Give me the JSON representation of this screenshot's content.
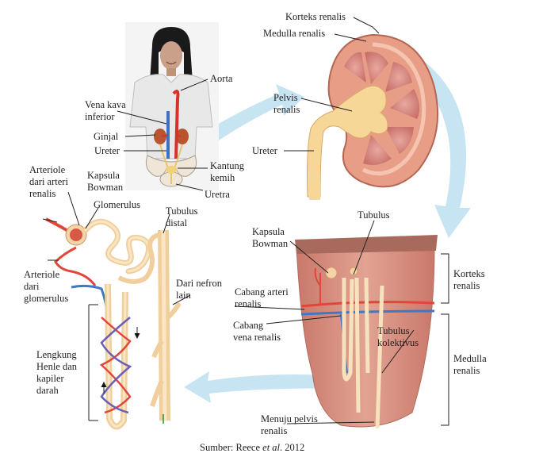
{
  "labels": {
    "korteks_renalis_top": "Korteks renalis",
    "medulla_renalis_top": "Medulla renalis",
    "aorta": "Aorta",
    "vena_kava_inferior": [
      "Vena kava",
      "inferior"
    ],
    "pelvis_renalis": [
      "Pelvis",
      "renalis"
    ],
    "ginjal": "Ginjal",
    "ureter_body": "Ureter",
    "ureter_kidney": "Ureter",
    "kantung_kemih": [
      "Kantung",
      "kemih"
    ],
    "uretra": "Uretra",
    "arteriole_aferen": [
      "Arteriole",
      "dari arteri",
      "renalis"
    ],
    "kapsula_bowman_left": [
      "Kapsula",
      "Bowman"
    ],
    "glomerulus": "Glomerulus",
    "tubulus_distal": [
      "Tubulus",
      "distal"
    ],
    "arteriole_eferen": [
      "Arteriole",
      "dari",
      "glomerulus"
    ],
    "dari_nefron_lain": [
      "Dari nefron",
      "lain"
    ],
    "lengkung_henle": [
      "Lengkung",
      "Henle dan",
      "kapiler",
      "darah"
    ],
    "tubulus": "Tubulus",
    "kapsula_bowman_right": [
      "Kapsula",
      "Bowman"
    ],
    "korteks_renalis_side": [
      "Korteks",
      "renalis"
    ],
    "cabang_arteri": [
      "Cabang arteri",
      "renalis"
    ],
    "cabang_vena": [
      "Cabang",
      "vena renalis"
    ],
    "tubulus_kolektivus": [
      "Tubulus",
      "kolektivus"
    ],
    "medulla_renalis_side": [
      "Medulla",
      "renalis"
    ],
    "menuju_pelvis": [
      "Menuju pelvis",
      "renalis"
    ]
  },
  "source": {
    "prefix": "Sumber: Reece ",
    "italic": "et al",
    "suffix": ". 2012"
  },
  "colors": {
    "artery": "#e2463a",
    "vein": "#3f78c4",
    "tubule": "#f5dcae",
    "tubule_edge": "#d9a86a",
    "tissue": "#d98d7c",
    "arrow": "#bfe0f1"
  }
}
